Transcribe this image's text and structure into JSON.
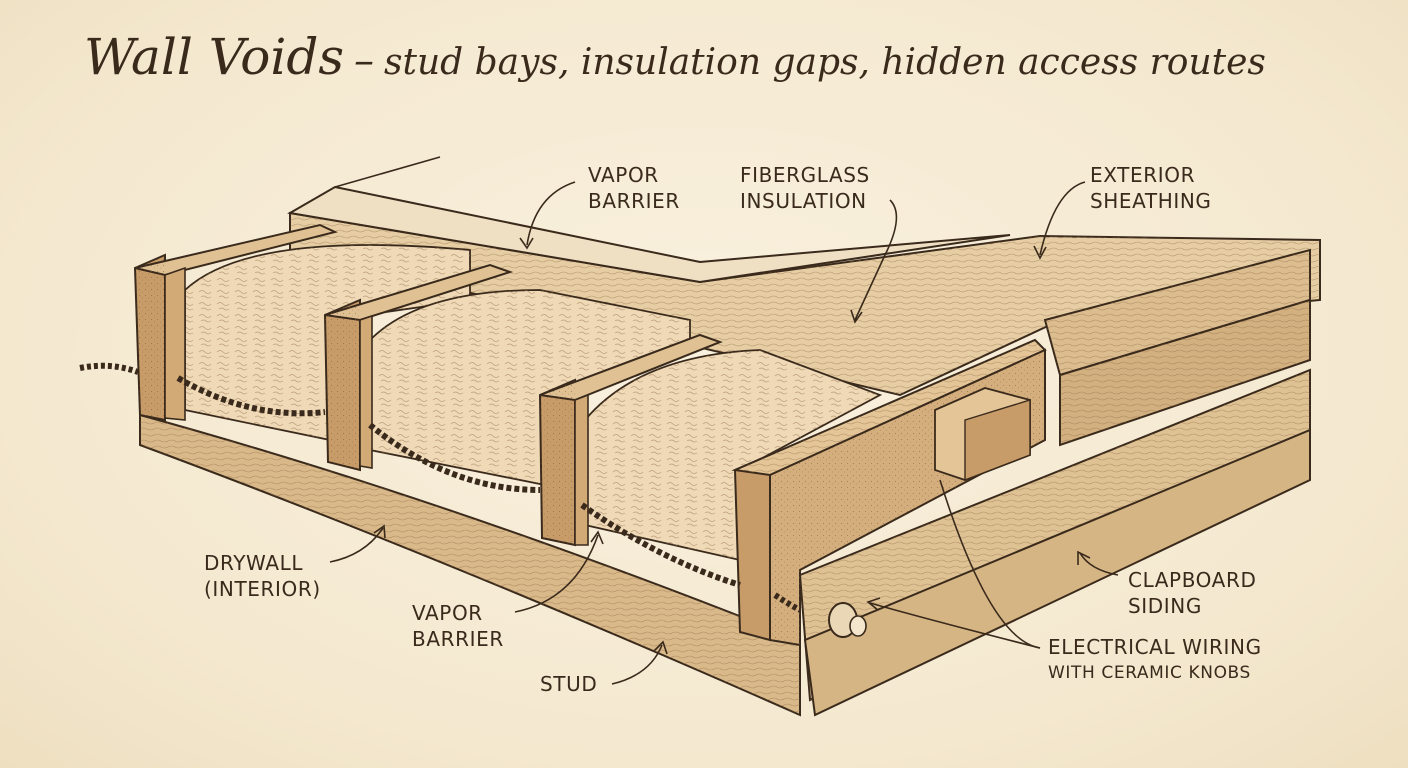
{
  "title": {
    "main": "Wall Voids",
    "dash": "–",
    "subtitle": "stud bays, insulation gaps, hidden access routes"
  },
  "labels": {
    "vapor_barrier_top": [
      "VAPOR",
      "BARRIER"
    ],
    "fiberglass_insulation": [
      "FIBERGLASS",
      "INSULATION"
    ],
    "exterior_sheathing": [
      "EXTERIOR",
      "SHEATHING"
    ],
    "drywall_interior": [
      "DRYWALL",
      "(INTERIOR)"
    ],
    "vapor_barrier_bottom": [
      "VAPOR",
      "BARRIER"
    ],
    "stud": "STUD",
    "clapboard_siding": [
      "CLAPBOARD",
      "SIDING"
    ],
    "electrical_wiring": [
      "ELECTRICAL WIRING",
      "WITH CERAMIC KNOBS"
    ]
  },
  "colors": {
    "paper": "#f6ecd6",
    "ink": "#3a2a1c",
    "wood_light": "#e8cfa6",
    "wood_mid": "#d7b586",
    "wood_dark": "#b88e5d",
    "insulation": "#efd9b7"
  }
}
